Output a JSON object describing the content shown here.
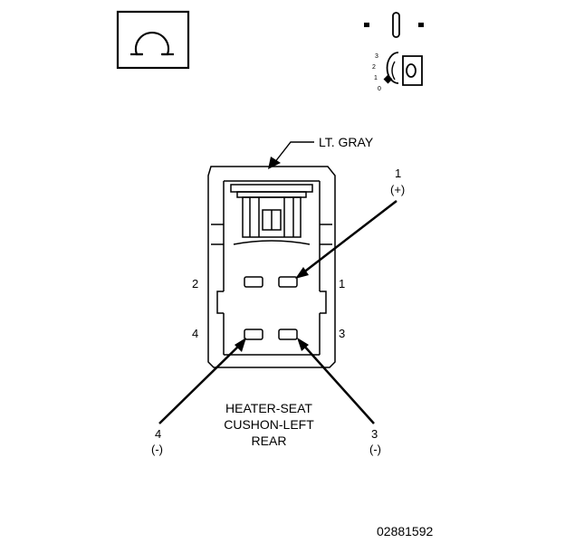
{
  "connector": {
    "color_label": "LT. GRAY",
    "name_lines": [
      "HEATER-SEAT",
      "CUSHON-LEFT",
      "REAR"
    ],
    "cavity_labels": {
      "c1": "1",
      "c2": "2",
      "c3": "3",
      "c4": "4"
    }
  },
  "callouts": {
    "pin1": {
      "number": "1",
      "polarity": "(+)"
    },
    "pin3": {
      "number": "3",
      "polarity": "(-)"
    },
    "pin4": {
      "number": "4",
      "polarity": "(-)"
    }
  },
  "ignition": {
    "positions": [
      "3",
      "2",
      "1",
      "0"
    ]
  },
  "ohmmeter_icon": "omega-icon",
  "ignition_icon": "ignition-key-icon",
  "figure_id": "02881592"
}
